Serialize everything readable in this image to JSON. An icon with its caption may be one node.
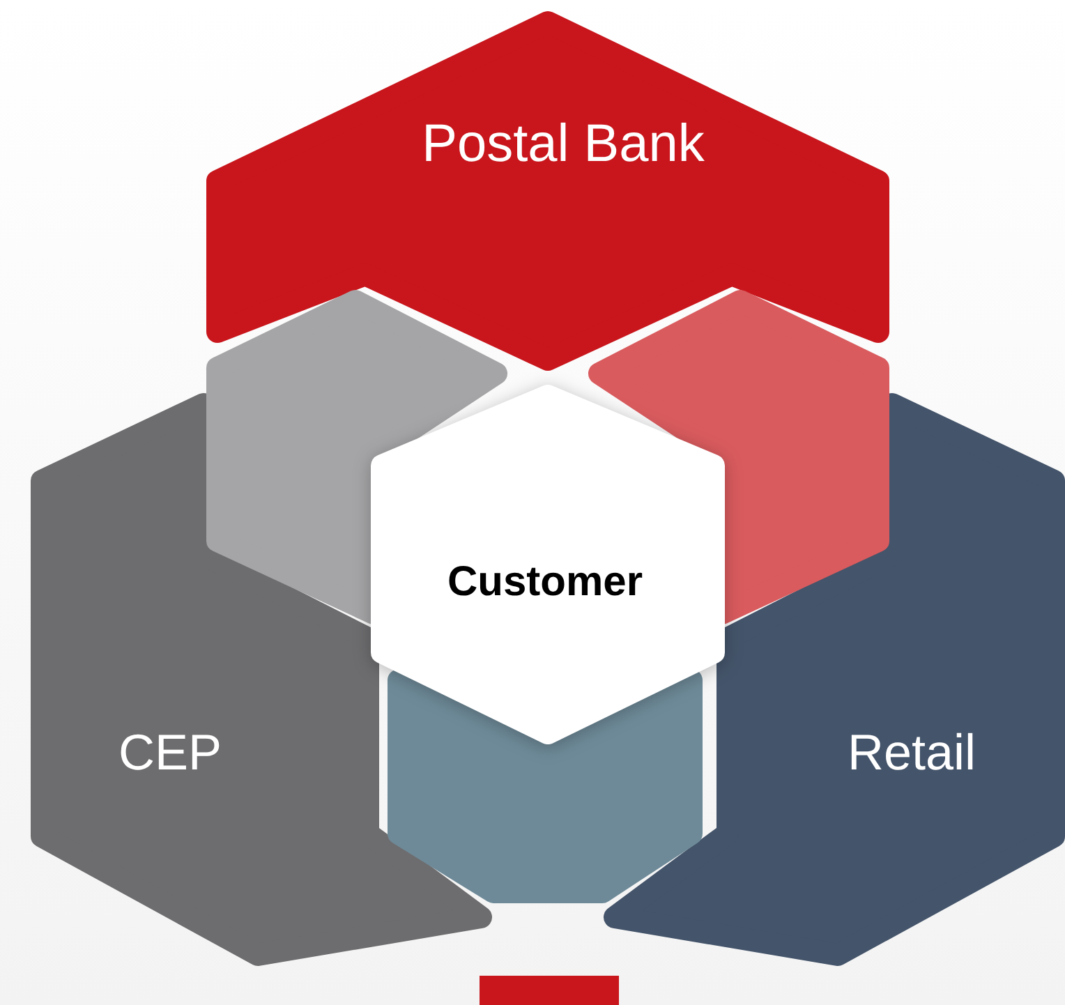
{
  "diagram": {
    "nodes": [
      {
        "text": [
          "Postal Bank"
        ]
      },
      {
        "text": [
          "CEP"
        ]
      },
      {
        "text": [
          "Customer"
        ]
      },
      {
        "text": [
          "Retail"
        ]
      },
      {
        "text": [],
        "shape": "chevron"
      },
      {
        "text": [],
        "shape": "chevron"
      },
      {
        "text": [],
        "shape": "chevron"
      }
    ]
  }
}
